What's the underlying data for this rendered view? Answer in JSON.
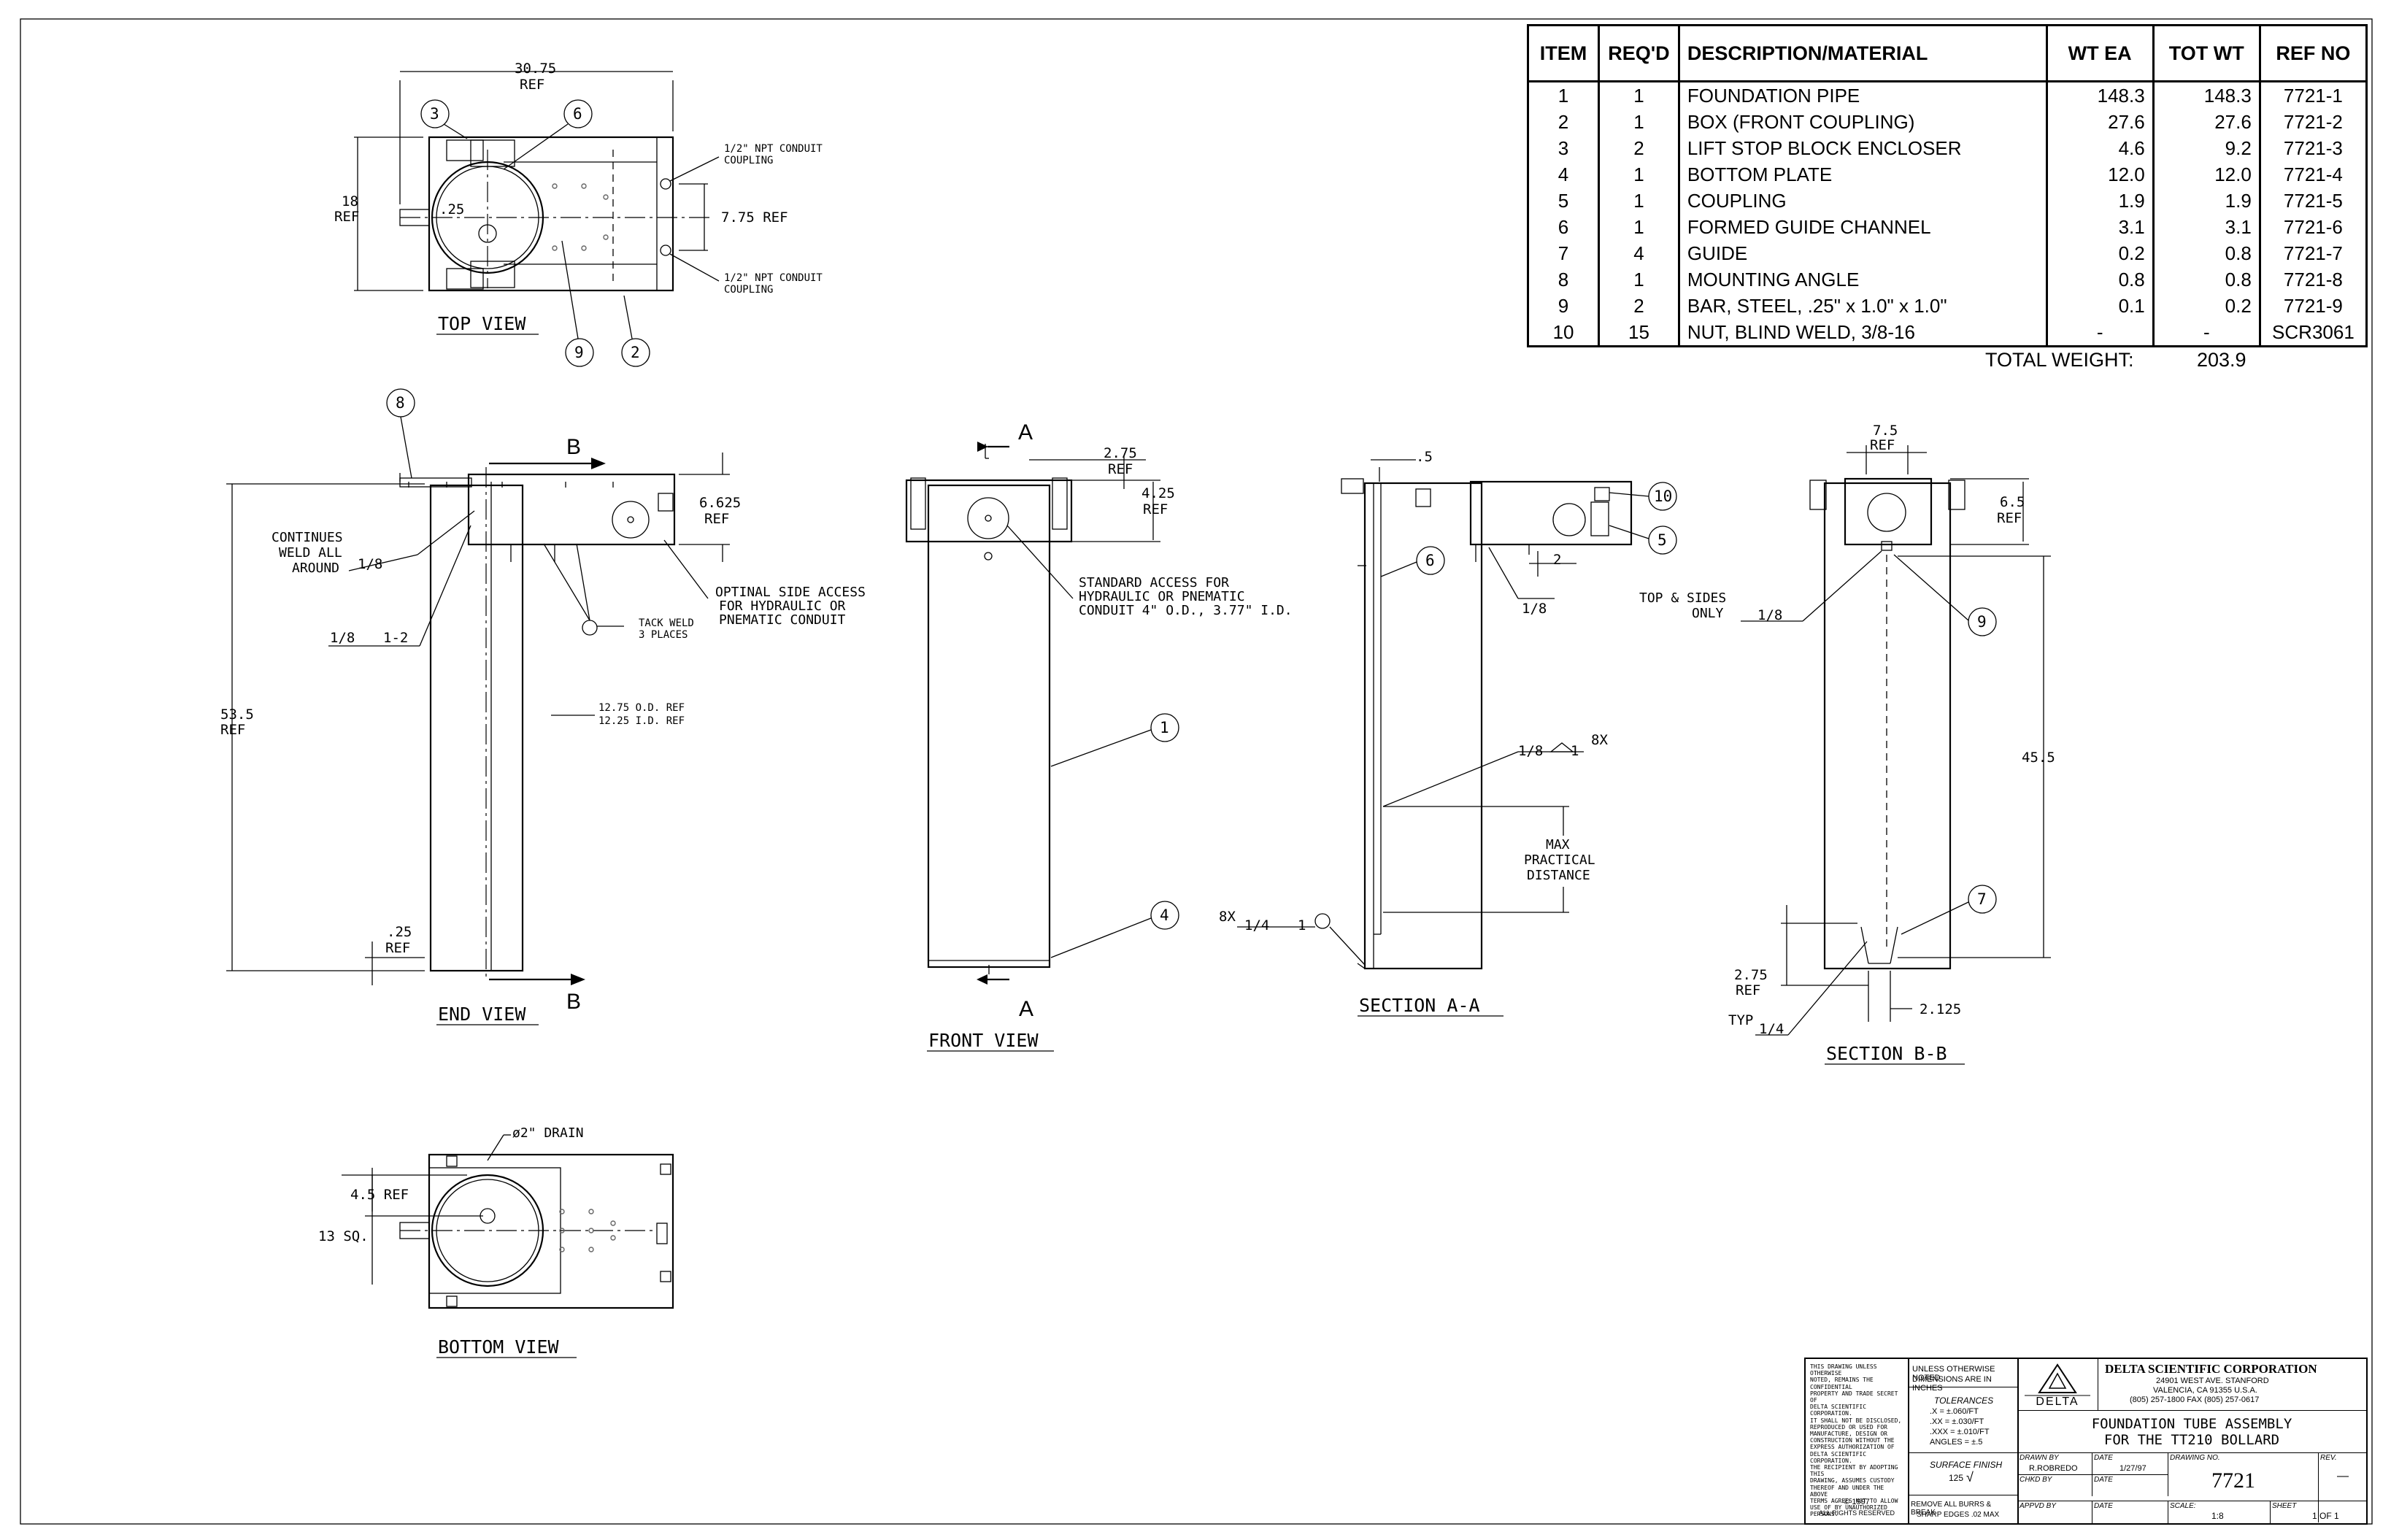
{
  "bom": {
    "headers": [
      "ITEM",
      "REQ'D",
      "DESCRIPTION/MATERIAL",
      "WT EA",
      "TOT WT",
      "REF NO"
    ],
    "rows": [
      [
        "1",
        "1",
        "FOUNDATION PIPE",
        "148.3",
        "148.3",
        "7721-1"
      ],
      [
        "2",
        "1",
        "BOX (FRONT COUPLING)",
        "27.6",
        "27.6",
        "7721-2"
      ],
      [
        "3",
        "2",
        "LIFT STOP BLOCK ENCLOSER",
        "4.6",
        "9.2",
        "7721-3"
      ],
      [
        "4",
        "1",
        "BOTTOM PLATE",
        "12.0",
        "12.0",
        "7721-4"
      ],
      [
        "5",
        "1",
        "COUPLING",
        "1.9",
        "1.9",
        "7721-5"
      ],
      [
        "6",
        "1",
        "FORMED GUIDE CHANNEL",
        "3.1",
        "3.1",
        "7721-6"
      ],
      [
        "7",
        "4",
        "GUIDE",
        "0.2",
        "0.8",
        "7721-7"
      ],
      [
        "8",
        "1",
        "MOUNTING ANGLE",
        "0.8",
        "0.8",
        "7721-8"
      ],
      [
        "9",
        "2",
        "BAR, STEEL, .25\" x 1.0\" x 1.0\"",
        "0.1",
        "0.2",
        "7721-9"
      ],
      [
        "10",
        "15",
        "NUT, BLIND WELD, 3/8-16",
        "-",
        "-",
        "SCR3061"
      ]
    ],
    "total_label": "TOTAL WEIGHT:",
    "total_value": "203.9"
  },
  "views": {
    "top": {
      "title": "TOP VIEW",
      "width_dim": "30.75",
      "width_ref": "REF",
      "height_dim": "18",
      "height_ref": "REF",
      "center_dim": "7.75 REF",
      "radius_dim": ".25",
      "conduit_top": [
        "1/2\" NPT CONDUIT",
        "COUPLING"
      ],
      "conduit_bottom": [
        "1/2\" NPT CONDUIT",
        "COUPLING"
      ],
      "callouts": [
        "3",
        "6",
        "9",
        "2"
      ]
    },
    "end": {
      "title": "END VIEW",
      "section_letter": "B",
      "height_dim": "53.5",
      "height_ref": "REF",
      "box_dim": "6.625",
      "box_ref": "REF",
      "bottom_dim": ".25",
      "bottom_ref": "REF",
      "weld_note": [
        "CONTINUES",
        "WELD ALL",
        "AROUND"
      ],
      "weld_size": "1/8",
      "weld_note2": "1/8",
      "weld_pitch": "1-2",
      "side_access": [
        "OPTINAL SIDE ACCESS",
        "FOR HYDRAULIC OR",
        "PNEMATIC CONDUIT"
      ],
      "tack_weld": [
        "TACK WELD",
        "3 PLACES"
      ],
      "pipe_dims": [
        "12.75 O.D. REF",
        "12.25 I.D. REF"
      ],
      "callout": "8"
    },
    "front": {
      "title": "FRONT VIEW",
      "section_letter": "A",
      "dim_a": "2.75",
      "dim_a_ref": "REF",
      "dim_b": "4.25",
      "dim_b_ref": "REF",
      "access_note": [
        "STANDARD ACCESS FOR",
        "HYDRAULIC OR PNEMATIC",
        "CONDUIT 4\" O.D., 3.77\" I.D."
      ],
      "callouts": [
        "1",
        "4"
      ]
    },
    "section_a": {
      "title": "SECTION A-A",
      "top_dim": ".5",
      "weld1": "1/8",
      "weld2": "1/8",
      "weld2_count": "8X",
      "weld2_pitch": "1",
      "weld3_count": "8X",
      "weld3_size": "1/4",
      "weld3_pitch": "1",
      "max_note": [
        "MAX",
        "PRACTICAL",
        "DISTANCE"
      ],
      "gap_dim": "2",
      "callouts": [
        "10",
        "5",
        "6"
      ]
    },
    "section_b": {
      "title": "SECTION B-B",
      "top_dim": "7.5",
      "top_ref": "REF",
      "side_dim": "6.5",
      "side_ref": "REF",
      "height_dim": "45.5",
      "weld_note": [
        "TOP & SIDES",
        "ONLY"
      ],
      "weld_size": "1/8",
      "bottom_dim": "2.75",
      "bottom_ref": "REF",
      "typ_label": "TYP",
      "typ_weld": "1/4",
      "width_dim": "2.125",
      "callouts": [
        "9",
        "7"
      ]
    },
    "bottom": {
      "title": "BOTTOM VIEW",
      "drain": "ø2\" DRAIN",
      "dim_a": "4.5 REF",
      "dim_b": "13 SQ."
    }
  },
  "title_block": {
    "notice": [
      "THIS DRAWING UNLESS OTHERWISE",
      "NOTED, REMAINS THE CONFIDENTIAL",
      "PROPERTY AND TRADE SECRET OF",
      "DELTA SCIENTIFIC CORPORATION.",
      "IT SHALL NOT BE DISCLOSED,",
      "REPRODUCED OR USED FOR",
      "MANUFACTURE, DESIGN OR",
      "CONSTRUCTION WITHOUT THE",
      "EXPRESS AUTHORIZATION OF",
      "DELTA SCIENTIFIC CORPORATION.",
      "THE RECIPIENT BY ADOPTING THIS",
      "DRAWING, ASSUMES CUSTODY",
      "THEREOF AND UNDER THE ABOVE",
      "TERMS AGREES NOT TO ALLOW",
      "USE OF BY UNAUTHORIZED",
      "PERSONS."
    ],
    "copyright": "© 1997",
    "rights": "ALL RIGHTS RESERVED",
    "dims_note": [
      "UNLESS OTHERWISE NOTED",
      "DIMENSIONS ARE IN INCHES"
    ],
    "tolerances_label": "TOLERANCES",
    "tolerances": [
      ".X  = ±.060/FT",
      ".XX  = ±.030/FT",
      ".XXX = ±.010/FT",
      "ANGLES = ±.5"
    ],
    "finish_label": "SURFACE FINISH",
    "finish_value": "125",
    "burrs": [
      "REMOVE ALL BURRS & BREAK",
      "SHARP EDGES .02 MAX"
    ],
    "logo_text": "DELTA",
    "company": "DELTA SCIENTIFIC CORPORATION",
    "address": [
      "24901 WEST AVE. STANFORD",
      "VALENCIA, CA 91355 U.S.A.",
      "(805) 257-1800 FAX (805) 257-0617"
    ],
    "drawing_title": [
      "FOUNDATION TUBE ASSEMBLY",
      "FOR THE TT210 BOLLARD"
    ],
    "drawn_by_label": "DRAWN BY",
    "drawn_by": "R.ROBREDO",
    "date_label": "DATE",
    "drawn_date": "1/27/97",
    "drawing_no_label": "DRAWING NO.",
    "drawing_no": "7721",
    "rev_label": "REV.",
    "rev": "—",
    "chkd_label": "CHKD BY",
    "date2_label": "DATE",
    "apprvd_label": "APPVD BY",
    "date3_label": "DATE",
    "scale_label": "SCALE:",
    "scale": "1:8",
    "sheet_label": "SHEET",
    "sheet": "1 OF 1"
  }
}
